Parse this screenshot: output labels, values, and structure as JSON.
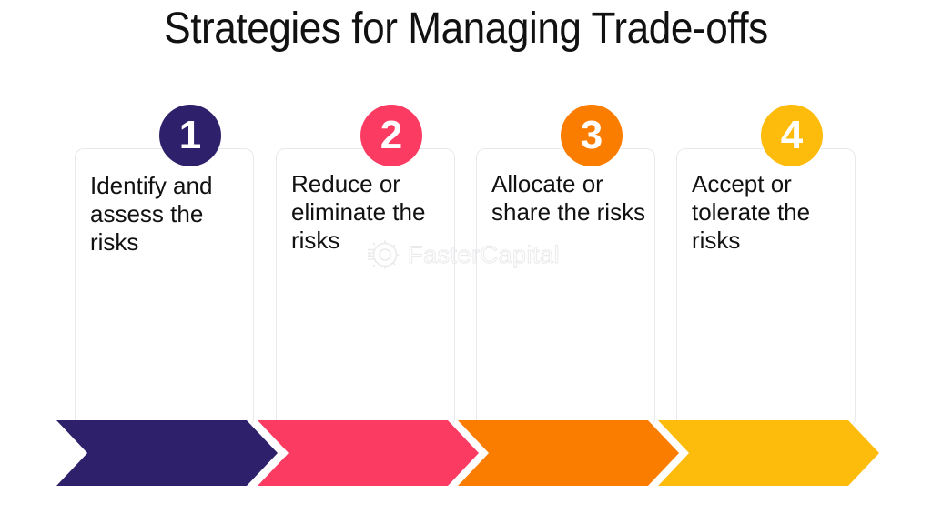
{
  "title": "Strategies for Managing Trade-offs",
  "background_color": "#ffffff",
  "title_color": "#111111",
  "steps": [
    {
      "number": "1",
      "text": "Identify and assess the risks",
      "color": "#2F206B",
      "badge_text_color": "#ffffff"
    },
    {
      "number": "2",
      "text": "Reduce or eliminate the risks",
      "color": "#FB3B62",
      "badge_text_color": "#ffffff"
    },
    {
      "number": "3",
      "text": "Allocate or share the risks",
      "color": "#FB7D00",
      "badge_text_color": "#ffffff"
    },
    {
      "number": "4",
      "text": "Accept or tolerate the risks",
      "color": "#FDBC0C",
      "badge_text_color": "#ffffff"
    }
  ],
  "watermark": {
    "text": "FasterCapital",
    "icon": "gear-icon",
    "color": "#d9dadd"
  },
  "card": {
    "border_color": "#e8e9ec",
    "fill_color": "#ffffff"
  }
}
